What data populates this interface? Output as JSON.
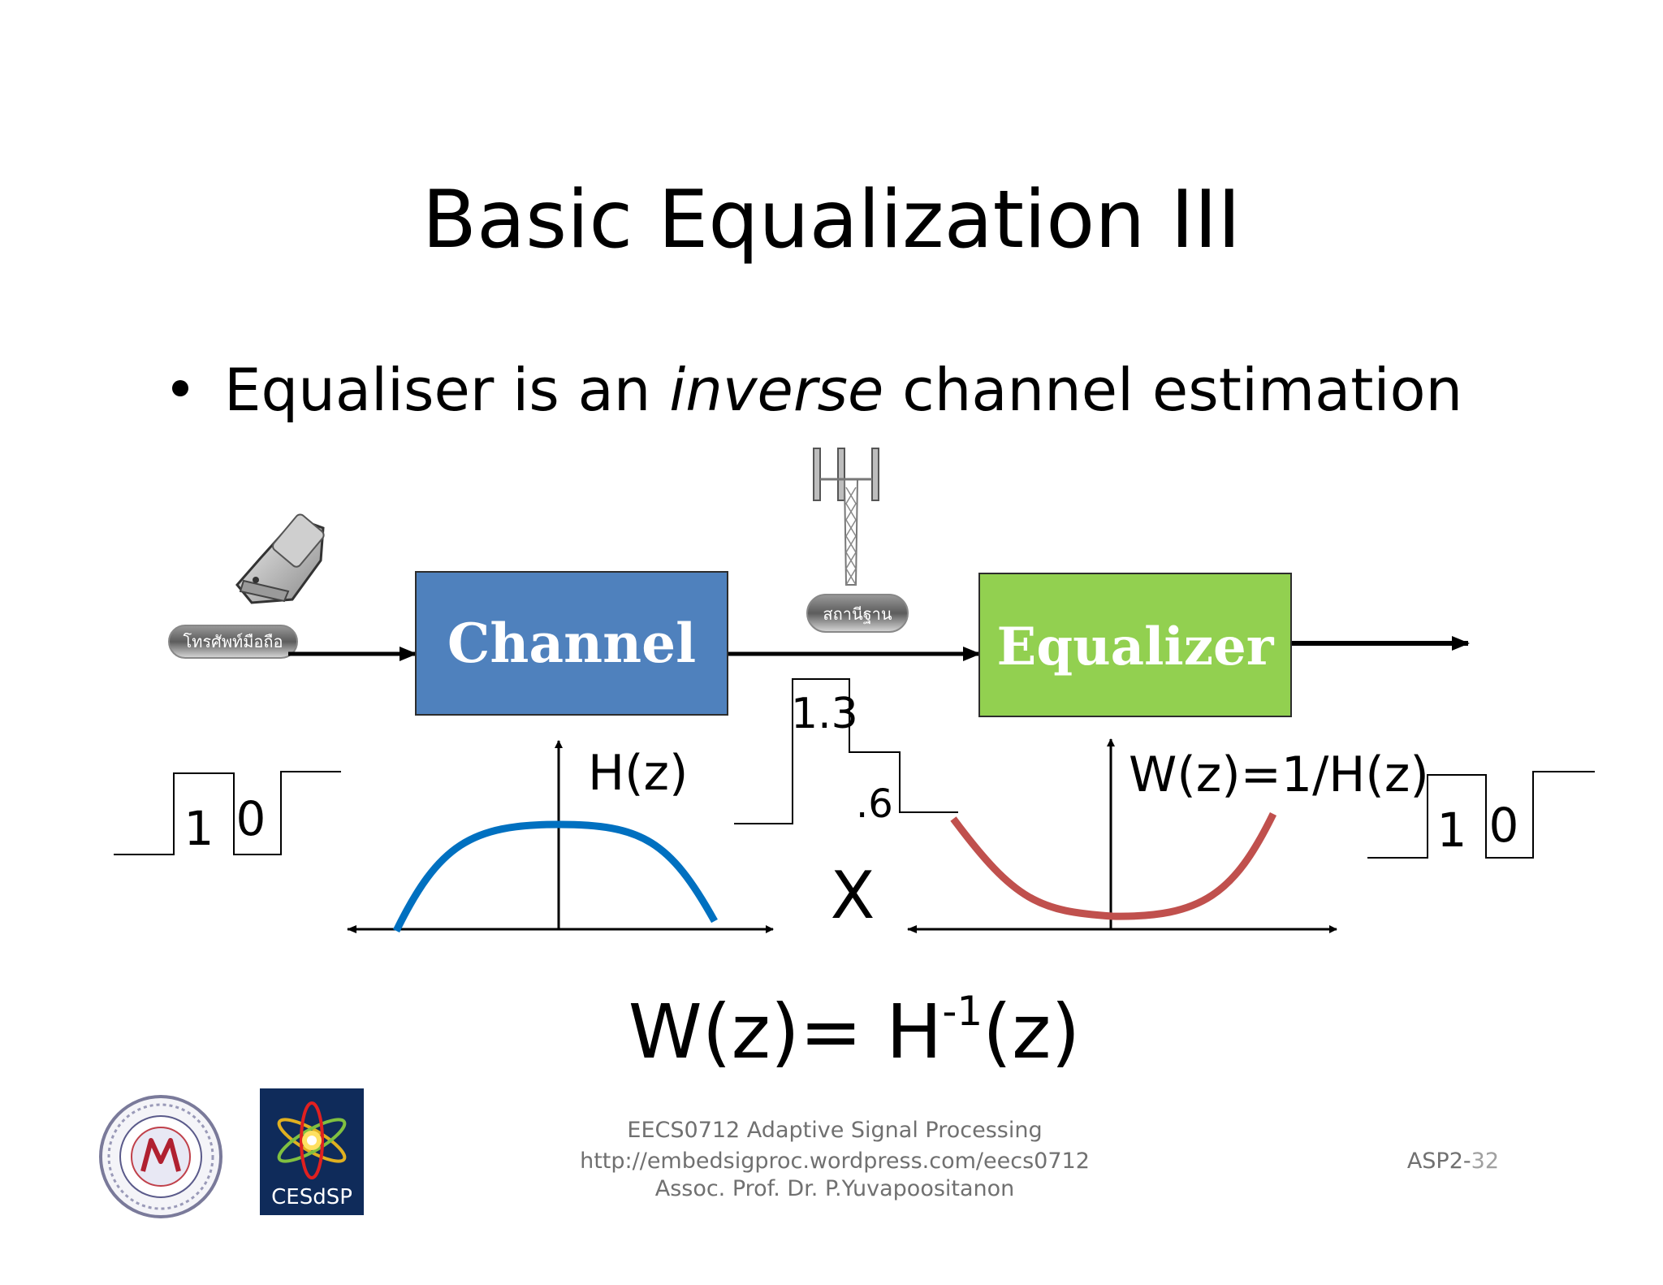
{
  "slide": {
    "title": "Basic Equalization III",
    "bullet": {
      "pre": "Equaliser is an ",
      "emph": "inverse",
      "post": " channel estimation"
    },
    "equation": {
      "base": "W(z)= H",
      "sup": "-1",
      "tail": "(z)"
    },
    "footer": {
      "course": "EECS0712 Adaptive Signal Processing",
      "url": "http://embedsigproc.wordpress.com/eecs0712",
      "author": "Assoc. Prof. Dr. P.Yuvapoositanon",
      "page_prefix": "ASP2-",
      "page_number": "32"
    },
    "logo_right_text": "CESdSP"
  },
  "diagram": {
    "phone_label": "โทรศัพท์มือถือ",
    "tower_label": "สถานีฐาน",
    "channel_label": "Channel",
    "equalizer_label": "Equalizer",
    "hz_label": "H(z)",
    "wz_label": "W(z)=1/H(z)",
    "input_bits": [
      "1",
      "0"
    ],
    "output_bits": [
      "1",
      "0"
    ],
    "response_values": [
      "1.3",
      ".6"
    ],
    "multiply_sign": "X",
    "colors": {
      "channel_box": "#4f81bd",
      "equalizer_box": "#92d050",
      "h_curve": "#0070c0",
      "w_curve": "#c0504d"
    }
  }
}
